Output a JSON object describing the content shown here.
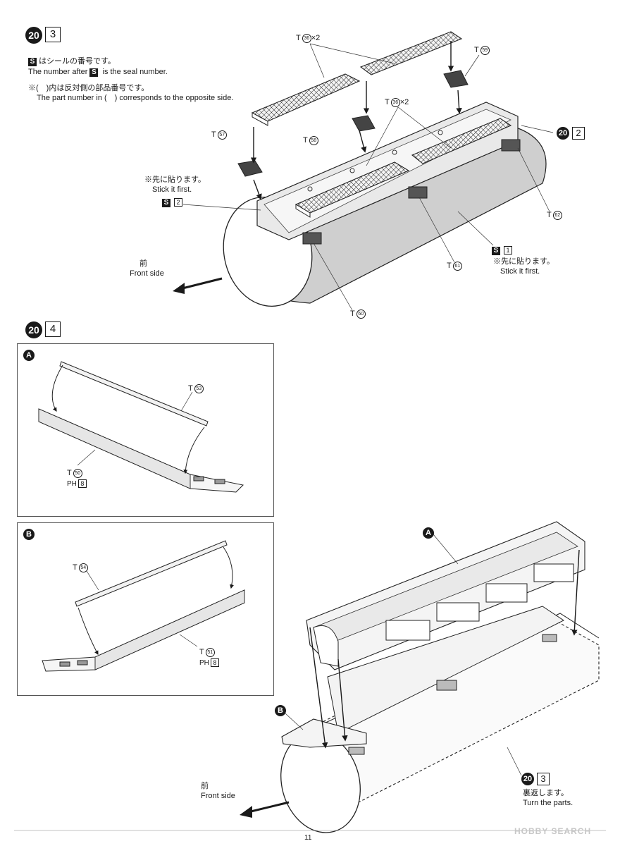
{
  "step_3": {
    "number": "20",
    "sub": "3"
  },
  "notes": {
    "seal_jp": "はシールの番号です。",
    "seal_en_prefix": "The number after",
    "seal_en_suffix": "is the seal number.",
    "seal_letter": "S",
    "opposite_jp": "※(　)内は反対側の部品番号です。",
    "opposite_en": "The part number in (　) corresponds to the opposite side."
  },
  "step3_labels": {
    "t36_top": {
      "prefix": "T",
      "num": "36",
      "suffix": "×2"
    },
    "t36_mid": {
      "prefix": "T",
      "num": "36",
      "suffix": "×2"
    },
    "t59": {
      "prefix": "T",
      "num": "59"
    },
    "t57": {
      "prefix": "T",
      "num": "57"
    },
    "t58": {
      "prefix": "T",
      "num": "58"
    },
    "t60": {
      "prefix": "T",
      "num": "60"
    },
    "t61": {
      "prefix": "T",
      "num": "61"
    },
    "t62": {
      "prefix": "T",
      "num": "62"
    },
    "ref_step": {
      "number": "20",
      "sub": "2"
    },
    "stick_first_left_jp": "※先に貼ります。",
    "stick_first_left_en": "Stick it first.",
    "seal2": {
      "letter": "S",
      "num": "2"
    },
    "seal1": {
      "letter": "S",
      "num": "1"
    },
    "stick_first_right_jp": "※先に貼ります。",
    "stick_first_right_en": "Stick it first.",
    "front_jp": "前",
    "front_en": "Front side"
  },
  "step_4": {
    "number": "20",
    "sub": "4"
  },
  "panel_a": {
    "marker": "A",
    "t53": {
      "prefix": "T",
      "num": "53"
    },
    "t50": {
      "prefix": "T",
      "num": "50"
    },
    "ph": {
      "label": "PH",
      "num": "8"
    }
  },
  "panel_b": {
    "marker": "B",
    "t54": {
      "prefix": "T",
      "num": "54"
    },
    "t51": {
      "prefix": "T",
      "num": "51"
    },
    "ph": {
      "label": "PH",
      "num": "8"
    }
  },
  "final": {
    "marker_a": "A",
    "marker_b": "B",
    "ref_step": {
      "number": "20",
      "sub": "3"
    },
    "turn_jp": "裏返します。",
    "turn_en": "Turn the parts.",
    "front_jp": "前",
    "front_en": "Front side"
  },
  "page_number": "11",
  "watermark": "HOBBY SEARCH"
}
